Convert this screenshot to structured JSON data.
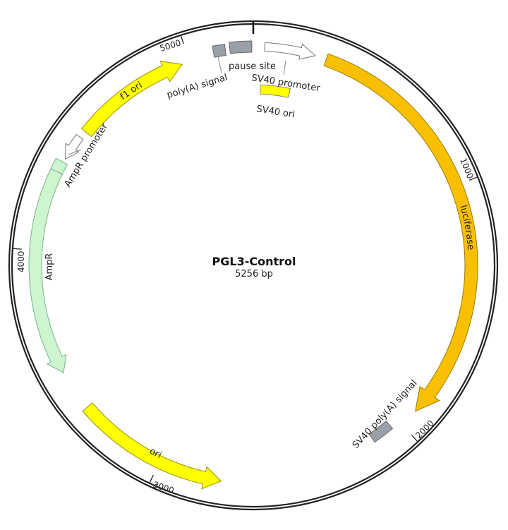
{
  "plasmid": {
    "name": "PGL3-Control",
    "length_label": "5256 bp",
    "length_bp": 5256
  },
  "ticks": [
    {
      "label": "1000",
      "position": 1000
    },
    {
      "label": "2000",
      "position": 2000
    },
    {
      "label": "3000",
      "position": 3000
    },
    {
      "label": "4000",
      "position": 4000
    },
    {
      "label": "5000",
      "position": 5000
    }
  ],
  "features": [
    {
      "name": "luciferase",
      "type": "CDS",
      "color": "#F8C000",
      "direction": "forward",
      "label_inside": true
    },
    {
      "name": "SV40 promoter",
      "type": "promoter",
      "color": "#FFFFFF",
      "direction": "forward"
    },
    {
      "name": "SV40 ori",
      "type": "rep_origin",
      "color": "#FFFF00"
    },
    {
      "name": "pause site",
      "type": "misc",
      "color": "#9AA0A8"
    },
    {
      "name": "poly(A) signal",
      "type": "polyA",
      "color": "#9AA0A8"
    },
    {
      "name": "SV40 poly(A) signal",
      "type": "polyA",
      "color": "#9AA0A8"
    },
    {
      "name": "f1 ori",
      "type": "rep_origin",
      "color": "#FFFF00",
      "direction": "forward",
      "label_inside": true
    },
    {
      "name": "AmpR promoter",
      "type": "promoter",
      "color": "#FFFFFF",
      "direction": "reverse"
    },
    {
      "name": "AmpR",
      "type": "CDS",
      "color": "#CCF5D0",
      "direction": "reverse"
    },
    {
      "name": "ori",
      "type": "rep_origin",
      "color": "#FFFF00",
      "direction": "reverse",
      "label_inside": true
    }
  ]
}
